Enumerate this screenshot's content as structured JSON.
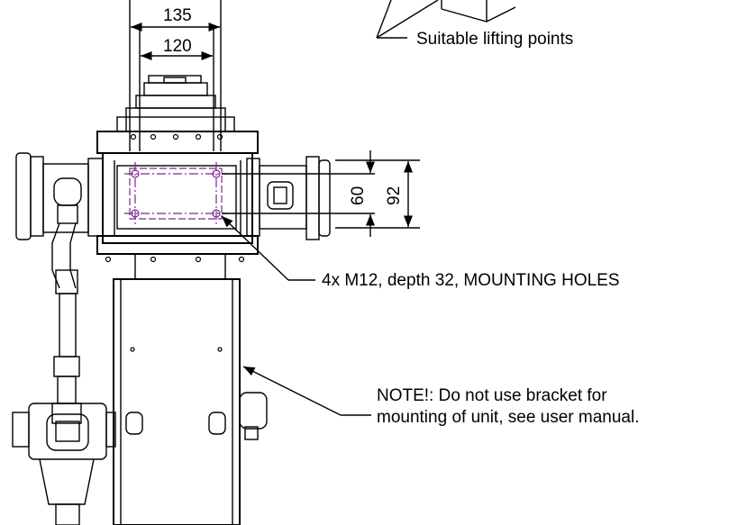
{
  "dimensions": {
    "width_outer": "135",
    "width_inner": "120",
    "height_inner": "60",
    "height_outer": "92"
  },
  "callouts": {
    "lifting": "Suitable lifting points",
    "mounting_holes": "4x M12, depth 32, MOUNTING HOLES",
    "note_line1": "NOTE!: Do not use bracket for",
    "note_line2": "mounting of unit, see user manual."
  },
  "colors": {
    "line": "#000000",
    "hole_marks": "#7a2a8a"
  }
}
